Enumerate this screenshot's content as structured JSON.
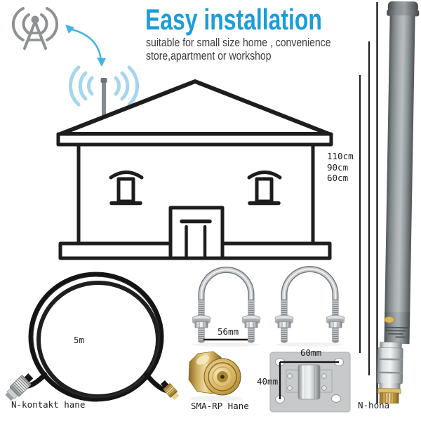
{
  "header": {
    "title": "Easy installation",
    "subtitle_line1": "suitable for small size home , convenience",
    "subtitle_line2": "store,apartment or workshop"
  },
  "diagram": {
    "lengths": [
      "110cm",
      "90cm",
      "60cm"
    ]
  },
  "cable": {
    "length_label": "5m",
    "connector_label": "N-kontakt hane"
  },
  "ubolts": {
    "size_label": "56mm"
  },
  "sma": {
    "label": "SMA-RP Hane"
  },
  "plate": {
    "width_label": "60mm",
    "height_label": "40mm"
  },
  "antenna": {
    "connector_label": "N-hona"
  },
  "icons": [
    "radio-tower-icon",
    "signal-waves-icon",
    "transfer-arrow-icon"
  ],
  "colors": {
    "accent_blue": "#1a9dda",
    "wave_blue": "#a6d6ef",
    "arrow_blue": "#41b4e4",
    "line_black": "#1d1d1d",
    "icon_gray": "#8d9192",
    "antenna_gray": "#8a9194",
    "brass_gold": "#cfae5e"
  }
}
